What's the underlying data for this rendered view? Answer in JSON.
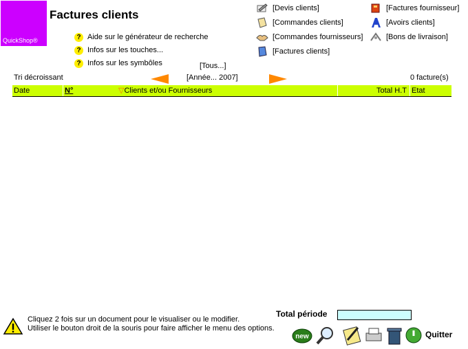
{
  "app": {
    "logo_text": "QuickShop®",
    "title": "Factures clients"
  },
  "help_links": [
    "Aide sur le générateur de recherche",
    "Infos sur les touches...",
    "Infos sur les symbôles"
  ],
  "nav_links": {
    "left": [
      "[Devis clients]",
      "[Commandes clients]",
      "[Commandes fournisseurs]",
      "[Factures clients]"
    ],
    "right": [
      "[Factures fournisseur]",
      "[Avoirs clients]",
      "[Bons de livraison]"
    ]
  },
  "filter": {
    "sort": "Tri décroissant",
    "all": "[Tous...]",
    "year": "[Année... 2007]",
    "count": "0 facture(s)"
  },
  "table": {
    "headers": [
      "Date",
      "N°",
      "Clients et/ou Fournisseurs",
      "Total H.T",
      "Etat"
    ]
  },
  "footer": {
    "total_label": "Total période",
    "hint1": "Cliquez 2 fois sur un document pour le visualiser ou le modifier.",
    "hint2": "Utiliser le bouton droit de la souris pour faire afficher le menu des options.",
    "new_label": "new",
    "quit_label": "Quitter"
  },
  "colors": {
    "logo": "#cc00ff",
    "header_bg": "#ccff00",
    "arrow": "#ff8800",
    "total_box": "#ccffff"
  }
}
